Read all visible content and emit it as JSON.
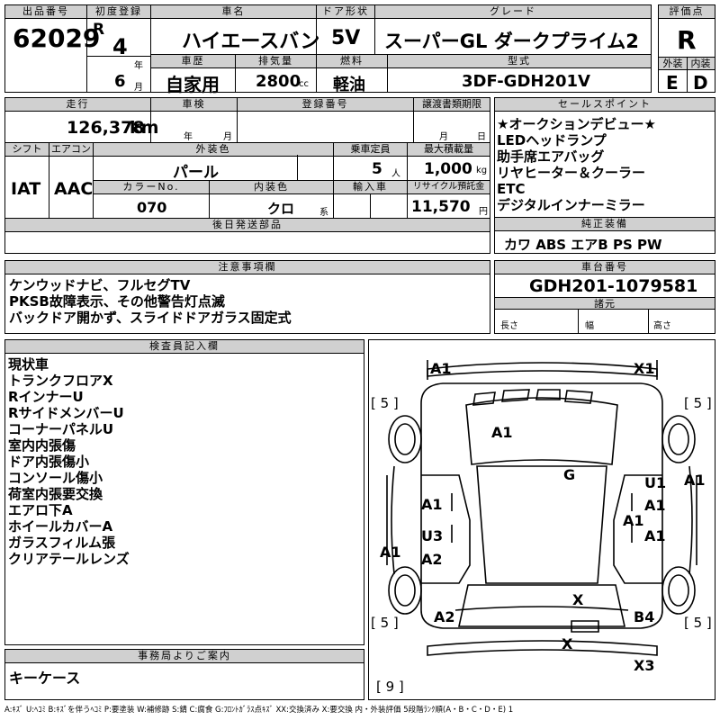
{
  "header": {
    "lot_label": "出品番号",
    "lot_no": "62029",
    "reg_label": "初度登録",
    "era": "R",
    "reg_year": "4",
    "year_unit": "年",
    "reg_month": "6",
    "month_unit": "月",
    "model_label": "車名",
    "model_name": "ハイエースバン",
    "doors_label": "ドア形状",
    "doors": "5V",
    "grade_label": "グレード",
    "grade": "スーパーGL ダークプライム2",
    "score_label": "評価点",
    "score": "R",
    "history_label": "車歴",
    "history": "自家用",
    "displacement_label": "排気量",
    "displacement": "2800",
    "cc_unit": "cc",
    "fuel_label": "燃料",
    "fuel": "軽油",
    "type_label": "型式",
    "type": "3DF-GDH201V",
    "ext_label": "外装",
    "ext_grade": "E",
    "int_label": "内装",
    "int_grade": "D"
  },
  "row2": {
    "mileage_label": "走行",
    "mileage": "126,378",
    "km_unit": "km",
    "inspection_label": "車検",
    "insp_year_unit": "年",
    "insp_month_unit": "月",
    "plate_label": "登録番号",
    "deadline_label": "譲渡書類期限",
    "deadline_month_unit": "月",
    "deadline_day_unit": "日",
    "shift_label": "シフト",
    "shift": "IAT",
    "ac_label": "エアコン",
    "ac": "AAC",
    "color_label": "外装色",
    "color": "パール",
    "capacity_label": "乗車定員",
    "capacity": "5",
    "capacity_unit": "人",
    "load_label": "最大積載量",
    "load": "1,000",
    "load_unit": "kg",
    "color_no_label": "カラーNo.",
    "color_no": "070",
    "int_color_label": "内装色",
    "int_color": "クロ",
    "int_color_unit": "系",
    "import_label": "輸入車",
    "recycle_label": "リサイクル預託金",
    "recycle": "11,570",
    "recycle_unit": "円",
    "later_label": "後日発送部品"
  },
  "sales": {
    "label": "セールスポイント",
    "items": [
      "★オークションデビュー★",
      "LEDヘッドランプ",
      "助手席エアバッグ",
      "リヤヒーター＆クーラー",
      "ETC",
      "デジタルインナーミラー"
    ]
  },
  "equipment": {
    "label": "純正装備",
    "items": "カワ ABS エアB PS PW"
  },
  "notes": {
    "label": "注意事項欄",
    "lines": [
      "ケンウッドナビ、フルセグTV",
      "PKSB故障表示、その他警告灯点滅",
      "バックドア開かず、スライドドアガラス固定式"
    ]
  },
  "chassis": {
    "label": "車台番号",
    "number": "GDH201-1079581",
    "dims_label": "諸元",
    "length": "長さ",
    "width": "幅",
    "height": "高さ"
  },
  "inspector": {
    "label": "検査員記入欄",
    "lines": [
      "現状車",
      "トランクフロアX",
      "RインナーU",
      "RサイドメンバーU",
      "コーナーパネルU",
      "室内内張傷",
      "ドア内張傷小",
      "コンソール傷小",
      "荷室内張要交換",
      "エアロ下A",
      "ホイールカバーA",
      "ガラスフィルム張",
      "クリアテールレンズ"
    ]
  },
  "office": {
    "label": "事務局よりご案内",
    "text": "キーケース"
  },
  "diagram": {
    "marks": {
      "a1_tl": "A1",
      "x1_tr": "X1",
      "a1_hood": "A1",
      "g_roof": "G",
      "a1_ldoor": "A1",
      "u3_l": "U3",
      "a2_l": "A2",
      "a1_lside": "A1",
      "u1_r": "U1",
      "a1_r1": "A1",
      "a1_r2": "A1",
      "a1_r3": "A1",
      "a1_rside": "A1",
      "x_rear": "X",
      "a2_rear": "A2",
      "b4_rear": "B4",
      "x_bot": "X",
      "x3_br": "X3"
    },
    "tires": {
      "fl": "[ 5 ]",
      "fr": "[ 5 ]",
      "rl": "[ 5 ]",
      "rr": "[ 5 ]",
      "spare": "[ 9 ]"
    }
  },
  "legend": "A:ｷｽﾞ U:ﾍｺﾐ B:ｷｽﾞを伴うﾍｺﾐ P:要塗装 W:補修跡 S:錆 C:腐食 G:ﾌﾛﾝﾄｶﾞﾗｽ点ｷｽﾞ XX:交換済み X:要交換 内・外装評価 5段階ﾗﾝｸ順(A・B・C・D・E) 1"
}
